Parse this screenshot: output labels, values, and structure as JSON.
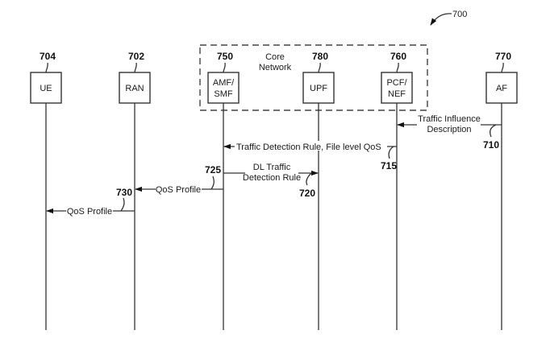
{
  "figure": {
    "number": "700",
    "core_network_label": [
      "Core",
      "Network"
    ]
  },
  "entities": [
    {
      "id": "ue",
      "ref": "704",
      "label": [
        "UE"
      ]
    },
    {
      "id": "ran",
      "ref": "702",
      "label": [
        "RAN"
      ]
    },
    {
      "id": "amf_smf",
      "ref": "750",
      "label": [
        "AMF/",
        "SMF"
      ]
    },
    {
      "id": "upf",
      "ref": "780",
      "label": [
        "UPF"
      ]
    },
    {
      "id": "pcf_nef",
      "ref": "760",
      "label": [
        "PCF/",
        "NEF"
      ]
    },
    {
      "id": "af",
      "ref": "770",
      "label": [
        "AF"
      ]
    }
  ],
  "messages": [
    {
      "ref": "710",
      "from": "af",
      "to": "pcf_nef",
      "label": [
        "Traffic Influence",
        "Description"
      ]
    },
    {
      "ref": "715",
      "from": "pcf_nef",
      "to": "amf_smf",
      "label": [
        "Traffic Detection Rule, File level QoS"
      ]
    },
    {
      "ref": "720",
      "from": "amf_smf",
      "to": "upf",
      "label": [
        "DL Traffic",
        "Detection Rule"
      ]
    },
    {
      "ref": "725",
      "from": "amf_smf",
      "to": "ran",
      "label": [
        "QoS Profile"
      ]
    },
    {
      "ref": "730",
      "from": "ran",
      "to": "ue",
      "label": [
        "QoS Profile"
      ]
    }
  ]
}
